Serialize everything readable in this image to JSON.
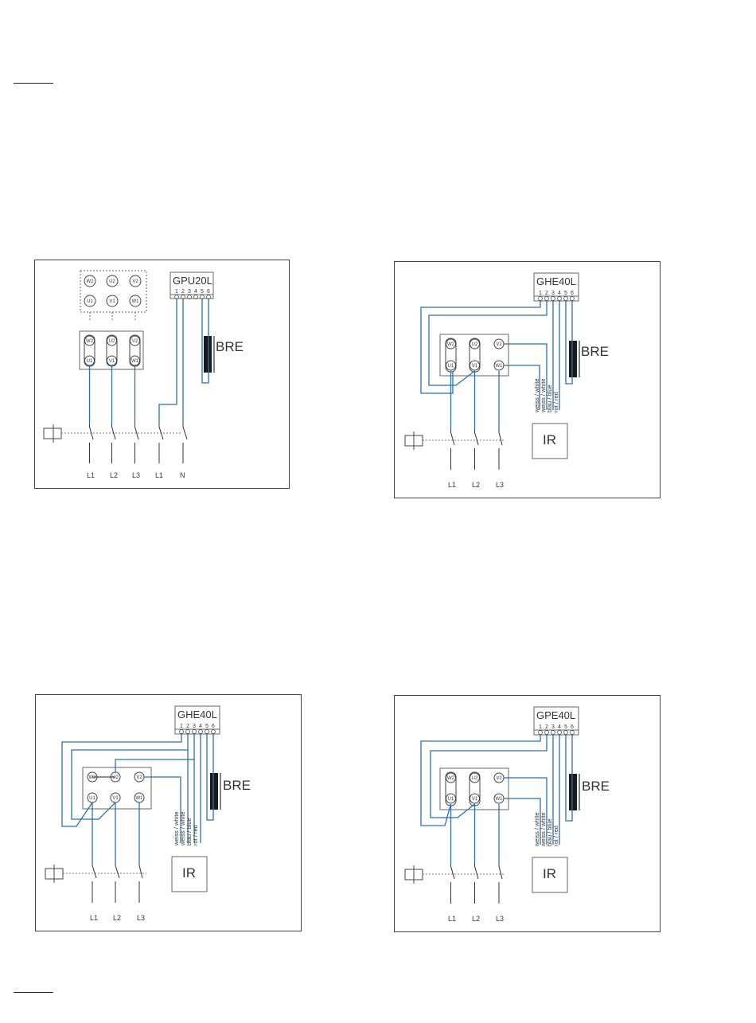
{
  "page": {
    "top_rule": "",
    "bottom_rule": ""
  },
  "diagrams": [
    {
      "controller": "GPU20L",
      "terminals": [
        "1",
        "2",
        "3",
        "4",
        "5",
        "6"
      ],
      "brake": "BRE",
      "motor_terminals": {
        "top": [
          "W2",
          "U2",
          "V2"
        ],
        "bottom": [
          "U1",
          "V1",
          "W1"
        ]
      },
      "alt_terminals": {
        "top": [
          "W2",
          "U2",
          "V2"
        ],
        "bottom": [
          "U1",
          "V1",
          "W1"
        ]
      },
      "supply": [
        "L1",
        "L2",
        "L3",
        "L1",
        "N"
      ]
    },
    {
      "controller": "GHE40L",
      "terminals": [
        "1",
        "2",
        "3",
        "4",
        "5",
        "6"
      ],
      "brake": "BRE",
      "motor_terminals": {
        "top": [
          "W2",
          "U2",
          "V2"
        ],
        "bottom": [
          "U1",
          "V1",
          "W1"
        ]
      },
      "wire_labels": [
        "weiss / white",
        "weiss / white",
        "blau / blue",
        "rot / red"
      ],
      "rectifier": "IR",
      "supply": [
        "L1",
        "L2",
        "L3"
      ]
    },
    {
      "controller": "GHE40L",
      "terminals": [
        "1",
        "2",
        "3",
        "4",
        "5",
        "6"
      ],
      "brake": "BRE",
      "motor_terminals": {
        "top": [
          "W2",
          "U2",
          "V2"
        ],
        "bottom": [
          "U1",
          "V1",
          "W1"
        ]
      },
      "wire_labels": [
        "weiss / white",
        "weiss / white",
        "blau / blue",
        "rot / red"
      ],
      "rectifier": "IR",
      "supply": [
        "L1",
        "L2",
        "L3"
      ]
    },
    {
      "controller": "GPE40L",
      "terminals": [
        "1",
        "2",
        "3",
        "4",
        "5",
        "6"
      ],
      "brake": "BRE",
      "motor_terminals": {
        "top": [
          "W2",
          "U2",
          "V2"
        ],
        "bottom": [
          "U1",
          "V1",
          "W1"
        ]
      },
      "wire_labels": [
        "weiss / white",
        "weiss / white",
        "blau / blue",
        "rot / red"
      ],
      "rectifier": "IR",
      "supply": [
        "L1",
        "L2",
        "L3"
      ]
    }
  ],
  "colors": {
    "wire": "#2f6fa8",
    "line": "#333333",
    "brake": "#1a1a1a"
  }
}
